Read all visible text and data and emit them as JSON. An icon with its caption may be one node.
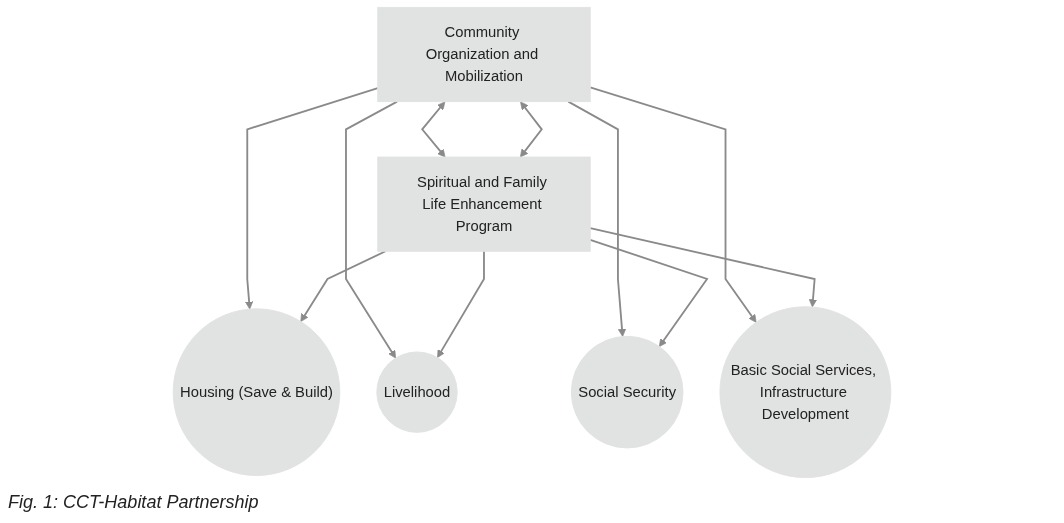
{
  "diagram": {
    "caption": "Fig. 1: CCT-Habitat Partnership",
    "nodes": [
      {
        "text": [
          "Community Organization and Mobilization"
        ]
      },
      {
        "text": [
          "Housing (Save & Build)"
        ]
      },
      {
        "text": [
          "Livelihood"
        ]
      },
      {
        "text": [
          "Social Security"
        ]
      },
      {
        "text": [
          "Basic Social Services, Infrastructure Development"
        ]
      },
      {
        "text": [
          "Spiritual and Family Life Enhancement Program"
        ]
      }
    ],
    "edges": [
      {
        "from": 0,
        "to": 1,
        "arrow": "to"
      },
      {
        "from": 0,
        "to": 2,
        "arrow": "to"
      },
      {
        "from": 0,
        "to": 3,
        "arrow": "to"
      },
      {
        "from": 0,
        "to": 4,
        "arrow": "to"
      },
      {
        "from": 5,
        "to": 1,
        "arrow": "to"
      },
      {
        "from": 5,
        "to": 2,
        "arrow": "to"
      },
      {
        "from": 5,
        "to": 3,
        "arrow": "to"
      },
      {
        "from": 5,
        "to": 4,
        "arrow": "to"
      },
      {
        "from": 0,
        "to": 5,
        "arrow": "both"
      },
      {
        "from": 0,
        "to": 5,
        "arrow": "both"
      }
    ]
  }
}
